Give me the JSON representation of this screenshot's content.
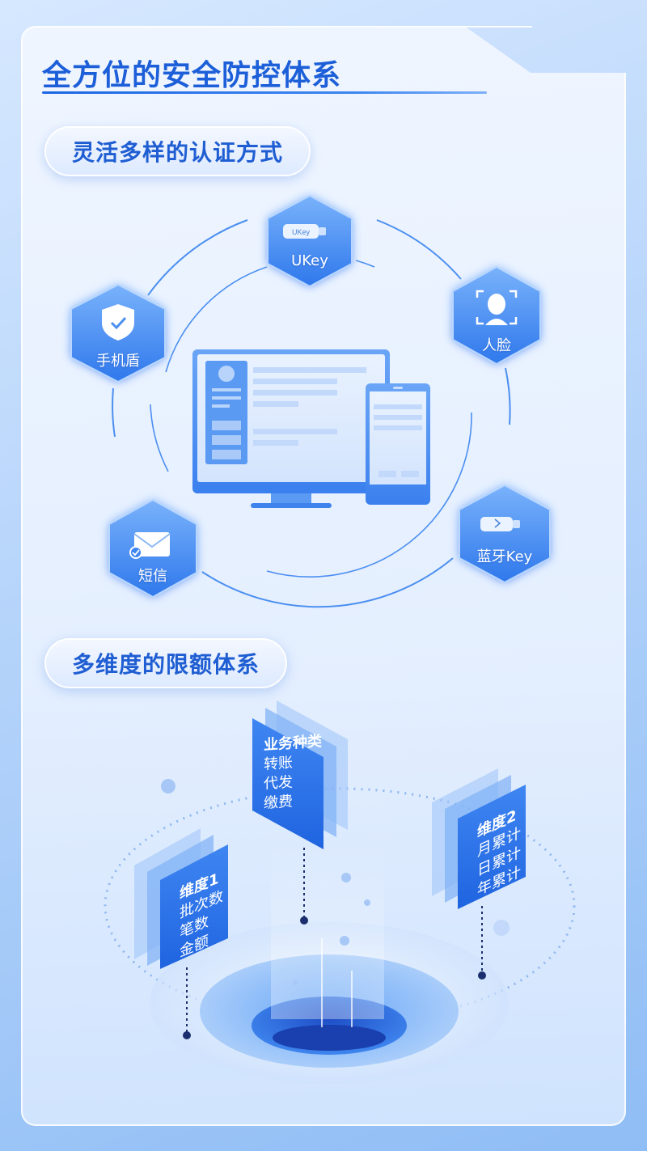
{
  "page": {
    "title": "全方位的安全防控体系",
    "section_auth": "灵活多样的认证方式",
    "section_limit": "多维度的限额体系"
  },
  "auth_methods": {
    "ukey": {
      "label": "UKey",
      "device_text": "UKey"
    },
    "face": {
      "label": "人脸"
    },
    "shield": {
      "label": "手机盾"
    },
    "sms": {
      "label": "短信"
    },
    "btkey": {
      "label": "蓝牙Key"
    }
  },
  "limit_panels": {
    "business": {
      "heading": "业务种类",
      "items": [
        "转账",
        "代发",
        "缴费"
      ]
    },
    "dim1": {
      "heading": "维度1",
      "items": [
        "批次数",
        "笔数",
        "金额"
      ]
    },
    "dim2": {
      "heading": "维度2",
      "items": [
        "月累计",
        "日累计",
        "年累计"
      ]
    }
  },
  "colors": {
    "brand_blue": "#1c5fd8",
    "hex_blue": "#3d86f2",
    "panel_blue": "#2a74ea",
    "line_blue": "#4a8ff0"
  }
}
